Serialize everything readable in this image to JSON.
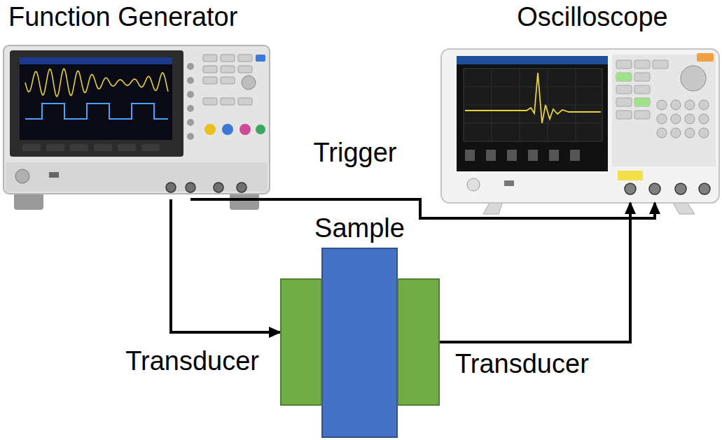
{
  "diagram": {
    "nodes": [
      {
        "text": [
          "Function Generator"
        ]
      },
      {
        "text": [
          "Oscilloscope"
        ]
      },
      {
        "text": [
          "Sample"
        ]
      },
      {
        "text": [
          "Transducer"
        ]
      },
      {
        "text": [
          "Transducer"
        ]
      }
    ],
    "edges": [
      {
        "from": 0,
        "to": 3,
        "arrow": "to"
      },
      {
        "from": 4,
        "to": 1,
        "arrow": "to"
      },
      {
        "from": 0,
        "to": 1,
        "label": "Trigger",
        "arrow": "to"
      }
    ]
  }
}
